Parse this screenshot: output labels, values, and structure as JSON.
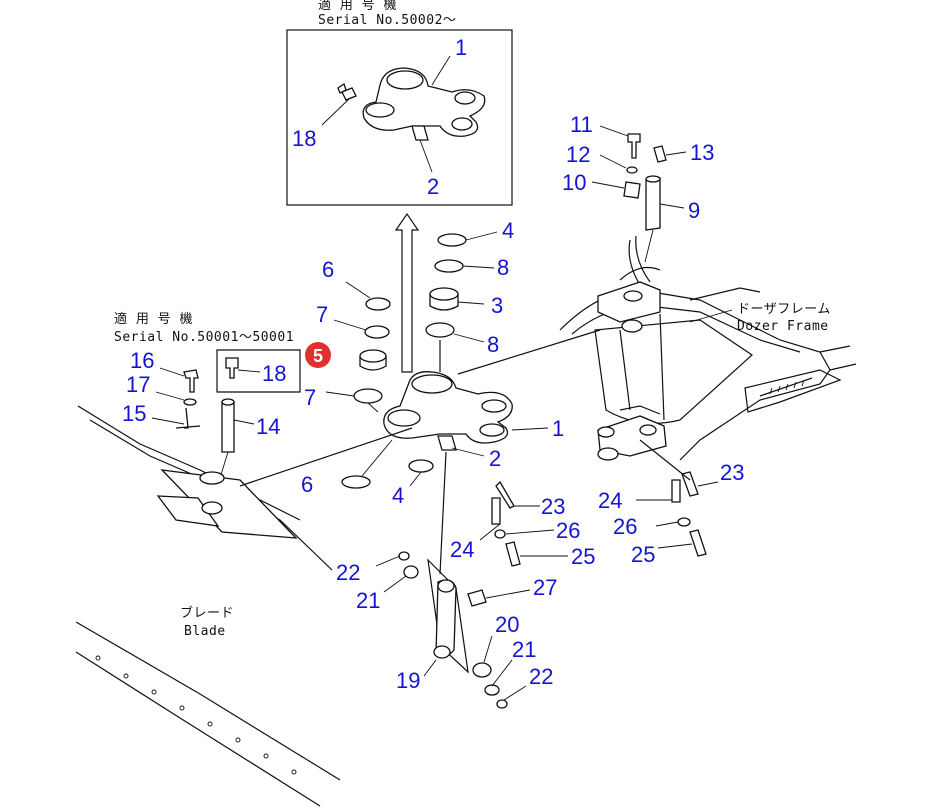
{
  "inset_note": {
    "line1": "適 用 号 機",
    "line2": "Serial No.50002〜"
  },
  "left_note": {
    "line1": "適 用 号 機",
    "line2": "Serial No.50001〜50001"
  },
  "dozer_frame_label": {
    "ja": "ドーザフレーム",
    "en": "Dozer Frame"
  },
  "blade_label": {
    "ja": "ブレード",
    "en": "Blade"
  },
  "badge": {
    "text": "5",
    "color": "#e03030"
  },
  "callout_color": "#1414d2",
  "callouts": [
    {
      "id": "inset-1",
      "text": "1"
    },
    {
      "id": "inset-18",
      "text": "18"
    },
    {
      "id": "inset-2",
      "text": "2"
    },
    {
      "id": "c11",
      "text": "11"
    },
    {
      "id": "c12",
      "text": "12"
    },
    {
      "id": "c13",
      "text": "13"
    },
    {
      "id": "c10",
      "text": "10"
    },
    {
      "id": "c9",
      "text": "9"
    },
    {
      "id": "c4a",
      "text": "4"
    },
    {
      "id": "c8a",
      "text": "8"
    },
    {
      "id": "c6a",
      "text": "6"
    },
    {
      "id": "c3",
      "text": "3"
    },
    {
      "id": "c7a",
      "text": "7"
    },
    {
      "id": "c8b",
      "text": "8"
    },
    {
      "id": "c16",
      "text": "16"
    },
    {
      "id": "c18",
      "text": "18"
    },
    {
      "id": "c7b",
      "text": "7"
    },
    {
      "id": "c17",
      "text": "17"
    },
    {
      "id": "c15",
      "text": "15"
    },
    {
      "id": "c14",
      "text": "14"
    },
    {
      "id": "c1",
      "text": "1"
    },
    {
      "id": "c2",
      "text": "2"
    },
    {
      "id": "c6b",
      "text": "6"
    },
    {
      "id": "c4b",
      "text": "4"
    },
    {
      "id": "c23a",
      "text": "23"
    },
    {
      "id": "c23b",
      "text": "23"
    },
    {
      "id": "c24a",
      "text": "24"
    },
    {
      "id": "c24b",
      "text": "24"
    },
    {
      "id": "c26a",
      "text": "26"
    },
    {
      "id": "c26b",
      "text": "26"
    },
    {
      "id": "c25a",
      "text": "25"
    },
    {
      "id": "c25b",
      "text": "25"
    },
    {
      "id": "c22a",
      "text": "22"
    },
    {
      "id": "c21a",
      "text": "21"
    },
    {
      "id": "c27",
      "text": "27"
    },
    {
      "id": "c20",
      "text": "20"
    },
    {
      "id": "c21b",
      "text": "21"
    },
    {
      "id": "c22b",
      "text": "22"
    },
    {
      "id": "c19",
      "text": "19"
    }
  ]
}
